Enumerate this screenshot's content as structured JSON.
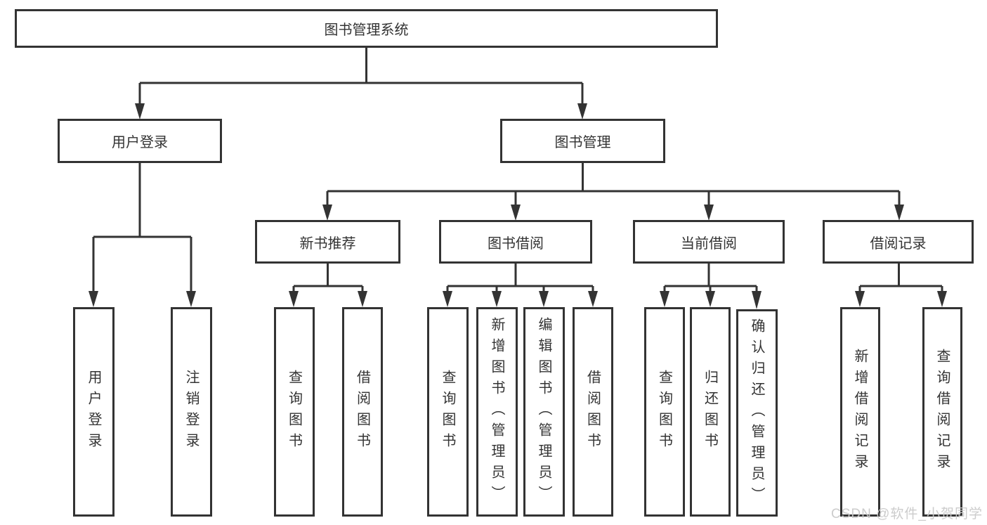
{
  "diagram_type": "hierarchy-tree",
  "colors": {
    "line": "#333333",
    "box_border": "#333333",
    "text": "#333333",
    "background": "#ffffff",
    "watermark": "#c9c9c9"
  },
  "nodes": {
    "root": {
      "label": "图书管理系统"
    },
    "level1": [
      {
        "label": "用户登录"
      },
      {
        "label": "图书管理"
      }
    ],
    "level2": [
      {
        "parent": "图书管理",
        "label": "新书推荐"
      },
      {
        "parent": "图书管理",
        "label": "图书借阅"
      },
      {
        "parent": "图书管理",
        "label": "当前借阅"
      },
      {
        "parent": "图书管理",
        "label": "借阅记录"
      }
    ],
    "leaves": [
      {
        "parent": "用户登录",
        "label": "用户登录"
      },
      {
        "parent": "用户登录",
        "label": "注销登录"
      },
      {
        "parent": "新书推荐",
        "label": "查询图书"
      },
      {
        "parent": "新书推荐",
        "label": "借阅图书"
      },
      {
        "parent": "图书借阅",
        "label": "查询图书"
      },
      {
        "parent": "图书借阅",
        "label": "新增图书（管理员）"
      },
      {
        "parent": "图书借阅",
        "label": "编辑图书（管理员）"
      },
      {
        "parent": "图书借阅",
        "label": "借阅图书"
      },
      {
        "parent": "当前借阅",
        "label": "查询图书"
      },
      {
        "parent": "当前借阅",
        "label": "归还图书"
      },
      {
        "parent": "当前借阅",
        "label": "确认归还（管理员）"
      },
      {
        "parent": "借阅记录",
        "label": "新增借阅记录"
      },
      {
        "parent": "借阅记录",
        "label": "查询借阅记录"
      }
    ]
  },
  "watermark": {
    "text": "CSDN @软件_小贺同学"
  }
}
